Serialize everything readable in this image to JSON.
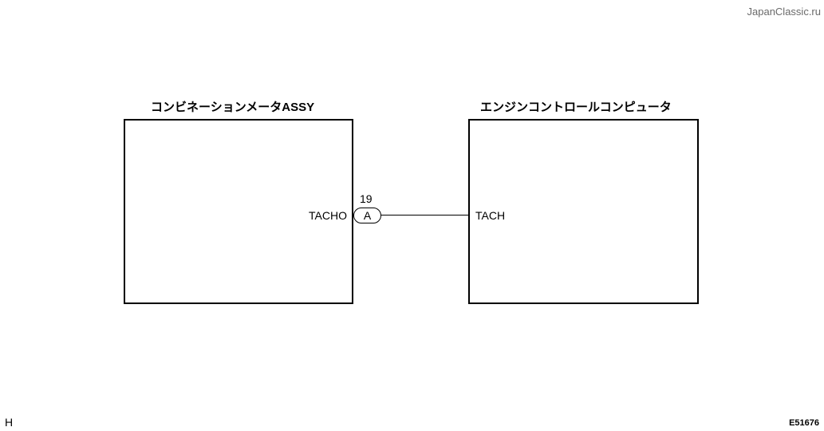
{
  "watermark": "JapanClassic.ru",
  "left_component": {
    "title": "コンビネーションメータASSY",
    "pin_label": "TACHO"
  },
  "right_component": {
    "title": "エンジンコントロールコンピュータ",
    "pin_label": "TACH"
  },
  "connector": {
    "pin_number": "19",
    "code": "A"
  },
  "corner_left_text": "H",
  "figure_id": "E51676"
}
